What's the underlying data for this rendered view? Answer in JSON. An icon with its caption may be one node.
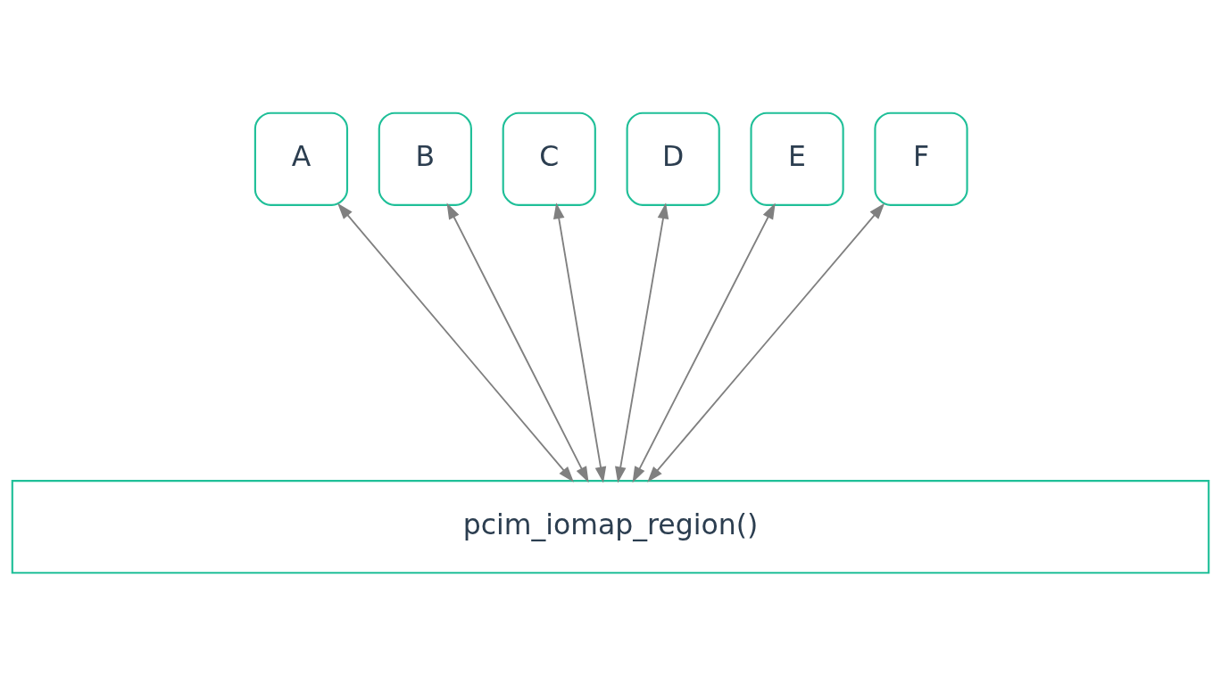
{
  "diagram": {
    "nodes": [
      {
        "text": [
          "A"
        ]
      },
      {
        "text": [
          "B"
        ]
      },
      {
        "text": [
          "C"
        ]
      },
      {
        "text": [
          "D"
        ]
      },
      {
        "text": [
          "E"
        ]
      },
      {
        "text": [
          "F"
        ]
      },
      {
        "text": [
          "pcim_iomap_region()"
        ]
      }
    ],
    "edges": [
      {
        "from": 0,
        "to": 6,
        "arrow": "both"
      },
      {
        "from": 1,
        "to": 6,
        "arrow": "both"
      },
      {
        "from": 2,
        "to": 6,
        "arrow": "both"
      },
      {
        "from": 3,
        "to": 6,
        "arrow": "both"
      },
      {
        "from": 4,
        "to": 6,
        "arrow": "both"
      },
      {
        "from": 5,
        "to": 6,
        "arrow": "both"
      }
    ]
  }
}
